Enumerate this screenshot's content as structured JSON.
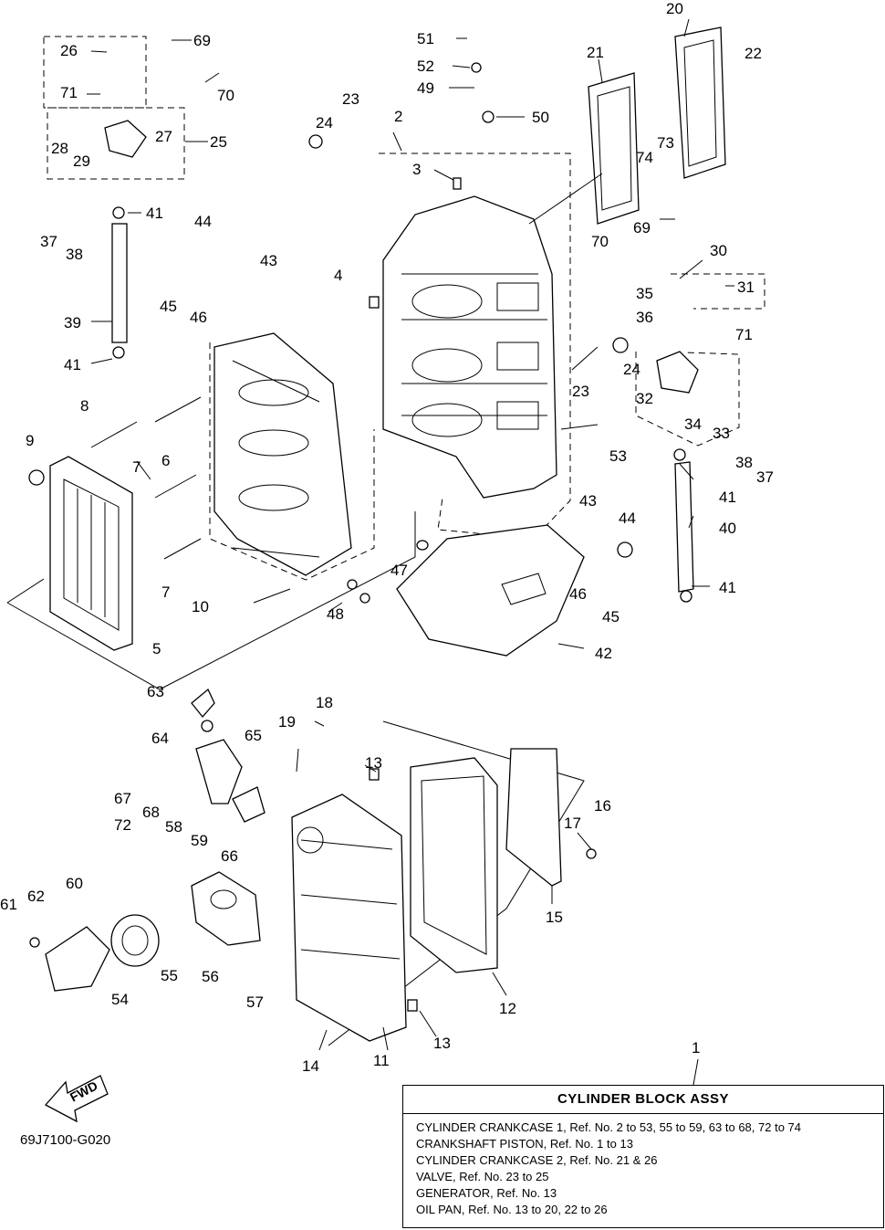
{
  "diagram_code": "69J7100-G020",
  "fwd_label": "FWD",
  "assembly": {
    "ref_no": "1",
    "title": "CYLINDER BLOCK ASSY",
    "lines": [
      "CYLINDER CRANKCASE 1, Ref. No. 2 to 53, 55 to 59, 63 to 68, 72 to 74",
      "CRANKSHAFT PISTON, Ref. No. 1 to 13",
      "CYLINDER CRANKCASE 2, Ref. No. 21 & 26",
      "VALVE, Ref. No. 23 to 25",
      "GENERATOR, Ref. No. 13",
      "OIL PAN, Ref. No. 13 to 20, 22 to 26"
    ]
  },
  "callouts": [
    {
      "n": "26"
    },
    {
      "n": "69"
    },
    {
      "n": "71"
    },
    {
      "n": "70"
    },
    {
      "n": "28"
    },
    {
      "n": "29"
    },
    {
      "n": "27"
    },
    {
      "n": "25"
    },
    {
      "n": "41"
    },
    {
      "n": "37"
    },
    {
      "n": "38"
    },
    {
      "n": "39"
    },
    {
      "n": "41"
    },
    {
      "n": "8"
    },
    {
      "n": "9"
    },
    {
      "n": "6"
    },
    {
      "n": "7"
    },
    {
      "n": "7"
    },
    {
      "n": "10"
    },
    {
      "n": "5"
    },
    {
      "n": "44"
    },
    {
      "n": "43"
    },
    {
      "n": "45"
    },
    {
      "n": "46"
    },
    {
      "n": "4"
    },
    {
      "n": "51"
    },
    {
      "n": "52"
    },
    {
      "n": "49"
    },
    {
      "n": "50"
    },
    {
      "n": "23"
    },
    {
      "n": "24"
    },
    {
      "n": "2"
    },
    {
      "n": "3"
    },
    {
      "n": "21"
    },
    {
      "n": "20"
    },
    {
      "n": "22"
    },
    {
      "n": "74"
    },
    {
      "n": "73"
    },
    {
      "n": "69"
    },
    {
      "n": "70"
    },
    {
      "n": "30"
    },
    {
      "n": "35"
    },
    {
      "n": "31"
    },
    {
      "n": "36"
    },
    {
      "n": "71"
    },
    {
      "n": "24"
    },
    {
      "n": "23"
    },
    {
      "n": "32"
    },
    {
      "n": "34"
    },
    {
      "n": "33"
    },
    {
      "n": "38"
    },
    {
      "n": "37"
    },
    {
      "n": "53"
    },
    {
      "n": "41"
    },
    {
      "n": "40"
    },
    {
      "n": "41"
    },
    {
      "n": "43"
    },
    {
      "n": "44"
    },
    {
      "n": "47"
    },
    {
      "n": "46"
    },
    {
      "n": "45"
    },
    {
      "n": "48"
    },
    {
      "n": "42"
    },
    {
      "n": "63"
    },
    {
      "n": "64"
    },
    {
      "n": "65"
    },
    {
      "n": "19"
    },
    {
      "n": "18"
    },
    {
      "n": "13"
    },
    {
      "n": "67"
    },
    {
      "n": "68"
    },
    {
      "n": "66"
    },
    {
      "n": "72"
    },
    {
      "n": "58"
    },
    {
      "n": "59"
    },
    {
      "n": "16"
    },
    {
      "n": "17"
    },
    {
      "n": "15"
    },
    {
      "n": "60"
    },
    {
      "n": "61"
    },
    {
      "n": "62"
    },
    {
      "n": "54"
    },
    {
      "n": "55"
    },
    {
      "n": "56"
    },
    {
      "n": "57"
    },
    {
      "n": "12"
    },
    {
      "n": "13"
    },
    {
      "n": "14"
    },
    {
      "n": "11"
    }
  ]
}
